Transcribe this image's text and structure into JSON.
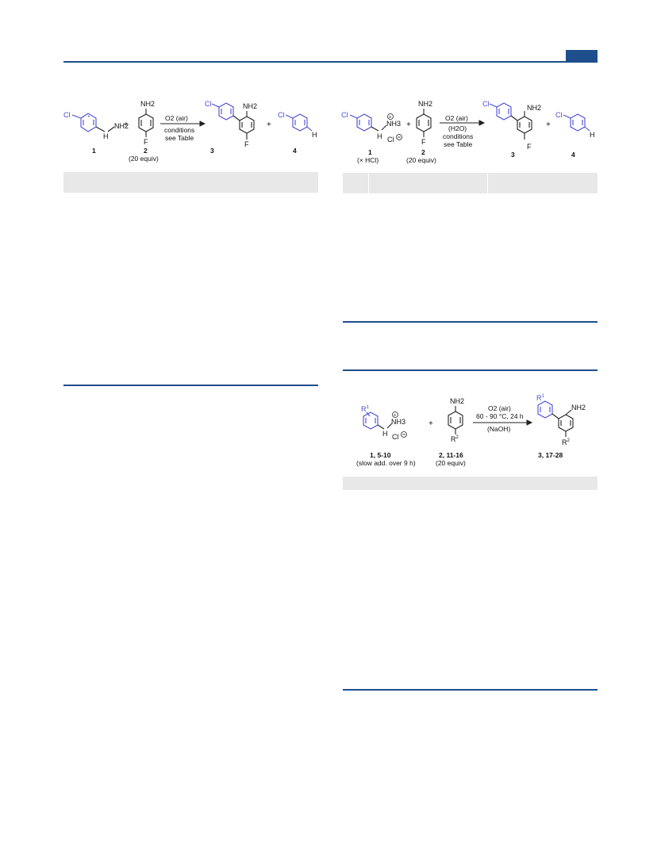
{
  "page": {
    "colors": {
      "rule": "#1f4e8c",
      "badge": "#1f4e8c",
      "table_shade": "#e8e8e8",
      "aryl_blue": "#4b4bd6"
    }
  },
  "scheme_left": {
    "reagent_2_top": "NH2",
    "reagent_2_bottom": "F",
    "arrow_top": "O2 (air)",
    "arrow_mid": "conditions",
    "arrow_bottom": "see Table",
    "plus": "+",
    "product_3_top": "NH2",
    "product_3_bottom": "F",
    "cl_label": "Cl",
    "h_label": "H",
    "nh": "H",
    "nh2": "NH2",
    "label_1": "1",
    "label_2": "2",
    "label_2_sub": "(20 equiv)",
    "label_3": "3",
    "label_4": "4"
  },
  "scheme_right": {
    "reagent_2_top": "NH2",
    "reagent_2_bottom": "F",
    "arrow_top": "O2 (air)",
    "arrow_line2": "(H2O)",
    "arrow_mid": "conditions",
    "arrow_bottom": "see Table",
    "plus": "+",
    "cl_label": "Cl",
    "chloride": "Cl",
    "nh3": "NH3",
    "nh": "H",
    "product_3_top": "NH2",
    "product_3_bottom": "F",
    "h_label": "H",
    "label_1": "1",
    "label_1_sub": "(× HCl)",
    "label_2": "2",
    "label_2_sub": "(20 equiv)",
    "label_3": "3",
    "label_4": "4"
  },
  "scheme_bottom": {
    "r1": "R",
    "r1_sup": "1",
    "nh3": "NH3",
    "nh": "H",
    "chloride": "Cl",
    "reagent_top": "NH2",
    "reagent_bottom": "R",
    "reagent_bottom_sup": "2",
    "arrow_top": "O2 (air)",
    "arrow_mid": "60 - 90 °C, 24 h",
    "arrow_bottom": "(NaOH)",
    "plus": "+",
    "product_r1": "R",
    "product_r1_sup": "1",
    "product_top": "NH2",
    "product_bottom": "R",
    "product_bottom_sup": "2",
    "label_1": "1, 5-10",
    "label_1_sub": "(slow add. over 9 h)",
    "label_2": "2, 11-16",
    "label_2_sub": "(20 equiv)",
    "label_3": "3, 17-28"
  }
}
